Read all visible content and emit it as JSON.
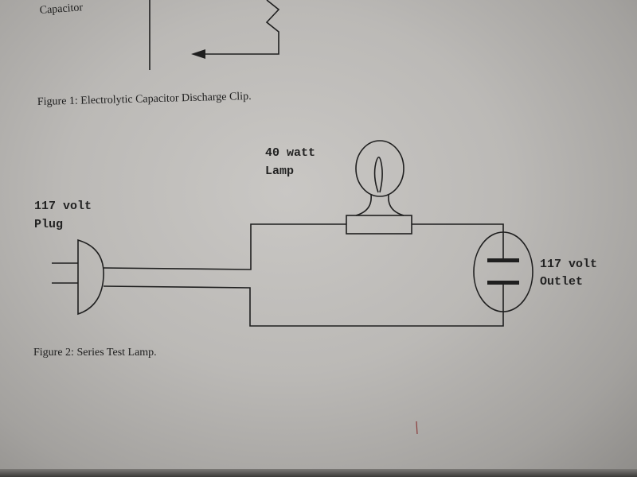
{
  "figure1": {
    "label_capacitor": "Capacitor",
    "caption": "Figure 1: Electrolytic Capacitor Discharge Clip."
  },
  "figure2": {
    "lamp_label_line1": "40 watt",
    "lamp_label_line2": "Lamp",
    "plug_label_line1": "117 volt",
    "plug_label_line2": "Plug",
    "outlet_label_line1": "117 volt",
    "outlet_label_line2": "Outlet",
    "caption": "Figure 2: Series Test Lamp."
  }
}
